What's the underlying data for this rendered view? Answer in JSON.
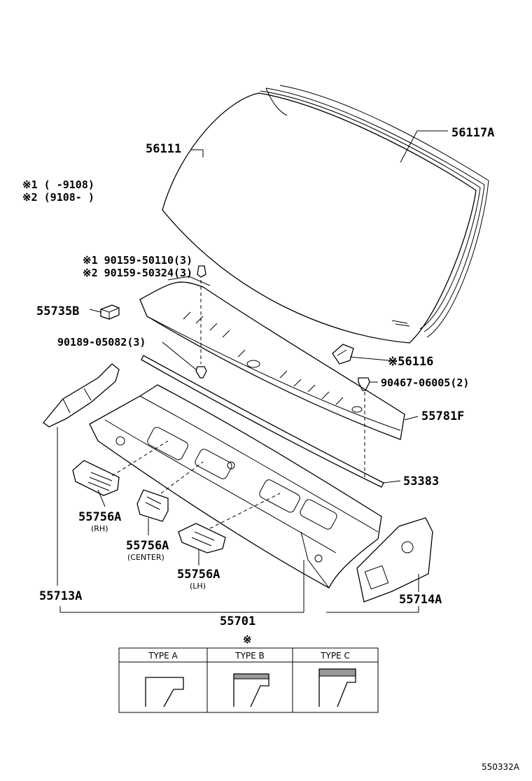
{
  "notes": {
    "note1": "※1 (      -9108)",
    "note2": "※2 (9108-      )"
  },
  "parts": {
    "p56111": "56111",
    "p56117A": "56117A",
    "p90159a": "※1 90159-50110(3)",
    "p90159b": "※2 90159-50324(3)",
    "p55735B": "55735B",
    "p90189": "90189-05082(3)",
    "p56116": "※56116",
    "p90467": "90467-06005(2)",
    "p55781F": "55781F",
    "p53383": "53383",
    "p55756A_rh": "55756A",
    "p55756A_rh_sub": "(RH)",
    "p55756A_c": "55756A",
    "p55756A_c_sub": "(CENTER)",
    "p55756A_lh": "55756A",
    "p55756A_lh_sub": "(LH)",
    "p55713A": "55713A",
    "p55714A": "55714A",
    "p55701": "55701"
  },
  "table": {
    "mark": "※",
    "headers": [
      "TYPE A",
      "TYPE B",
      "TYPE C"
    ]
  },
  "diagram_id": "550332A"
}
